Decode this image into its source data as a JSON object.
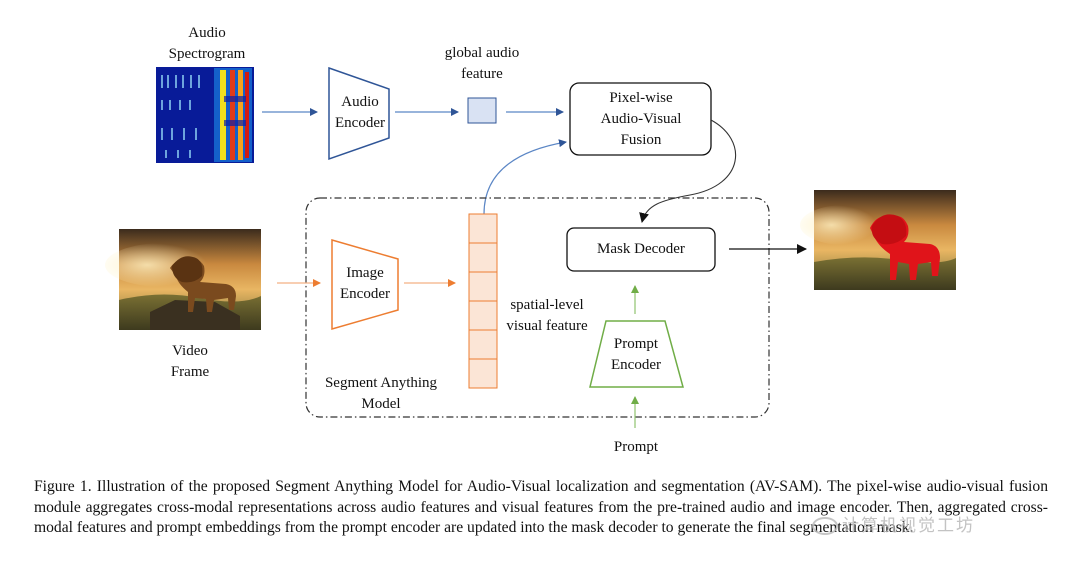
{
  "diagram": {
    "audio_spectrogram_label": [
      "Audio",
      "Spectrogram"
    ],
    "audio_encoder_label": [
      "Audio",
      "Encoder"
    ],
    "global_audio_feature_label": [
      "global audio",
      "feature"
    ],
    "fusion_label": [
      "Pixel-wise",
      "Audio-Visual",
      "Fusion"
    ],
    "mask_decoder_label": "Mask Decoder",
    "image_encoder_label": [
      "Image",
      "Encoder"
    ],
    "spatial_feature_label": [
      "spatial-level",
      "visual feature"
    ],
    "prompt_encoder_label": [
      "Prompt",
      "Encoder"
    ],
    "prompt_label": "Prompt",
    "sam_label": [
      "Segment Anything",
      "Model"
    ],
    "video_frame_label": [
      "Video",
      "Frame"
    ],
    "colors": {
      "audio_blue": "#2f5597",
      "feature_fill": "#d9e2f3",
      "image_orange": "#ed7d31",
      "feature_orange_fill": "#fbe5d6",
      "prompt_green": "#70ad47"
    }
  },
  "caption": {
    "text": "Figure 1. Illustration of the proposed Segment Anything Model for Audio-Visual localization and segmentation (AV-SAM). The pixel-wise audio-visual fusion module aggregates cross-modal representations across audio features and visual features from the pre-trained audio and image encoder. Then, aggregated cross-modal features and prompt embeddings from the prompt encoder are updated into the mask decoder to generate the final segmentation mask."
  },
  "watermark": {
    "text": "计算机视觉工坊"
  }
}
